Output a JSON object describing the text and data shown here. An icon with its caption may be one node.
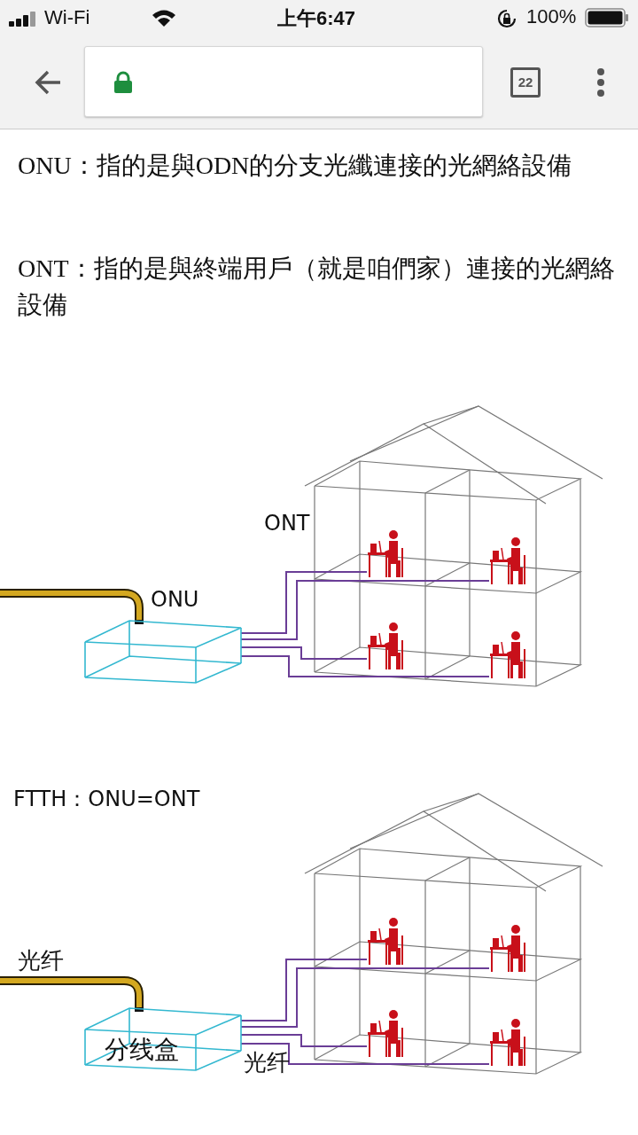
{
  "diagram": {
    "nodes": [
      {
        "text": [],
        "shape": "box",
        "beside": [
          "ONU"
        ]
      },
      {
        "text": [],
        "shape": "person"
      },
      {
        "text": [],
        "shape": "person"
      },
      {
        "text": [],
        "shape": "person"
      },
      {
        "text": [],
        "shape": "person"
      },
      {
        "text": [
          "分线盒"
        ]
      },
      {
        "text": [],
        "shape": "person"
      },
      {
        "text": [],
        "shape": "person"
      },
      {
        "text": [],
        "shape": "person"
      },
      {
        "text": [],
        "shape": "person"
      }
    ],
    "edges": [
      {
        "from": 0,
        "to": 1,
        "arrow": "none"
      },
      {
        "from": 0,
        "to": 2,
        "arrow": "none"
      },
      {
        "from": 0,
        "to": 3,
        "arrow": "none"
      },
      {
        "from": 0,
        "to": 4,
        "arrow": "none"
      },
      {
        "from": 5,
        "to": 6,
        "arrow": "none"
      },
      {
        "from": 5,
        "to": 7,
        "arrow": "none"
      },
      {
        "from": 5,
        "to": 8,
        "arrow": "none"
      },
      {
        "from": 5,
        "to": 9,
        "arrow": "none"
      }
    ],
    "labels": [
      "Wi-Fi",
      "上午6:47",
      "100%",
      "22",
      "ONU：指的是與ODN的分支光纖連接的光網絡設備",
      "ONT：指的是與終端用戶（就是咱們家）連接的光網絡設備",
      "ONT",
      "FTTH：ONU=ONT",
      "光纤",
      "光纤"
    ]
  }
}
